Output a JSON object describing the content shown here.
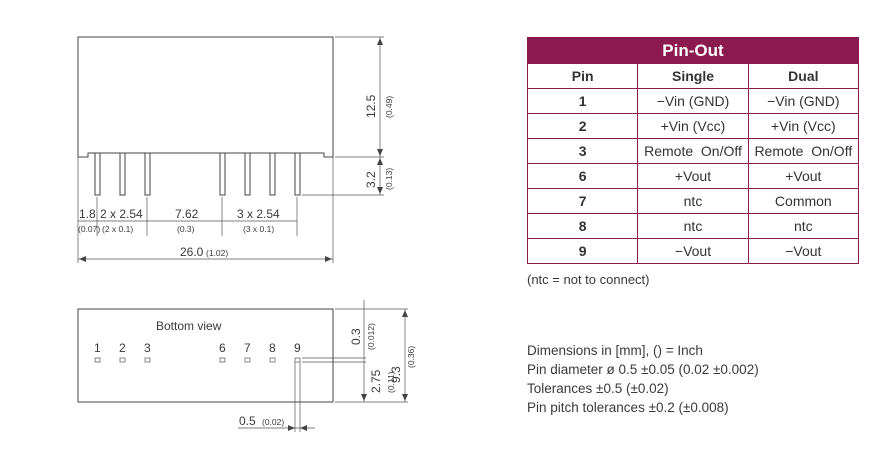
{
  "pinout": {
    "title": "Pin-Out",
    "headers": [
      "Pin",
      "Single",
      "Dual"
    ],
    "rows": [
      {
        "pin": "1",
        "single": "−Vin (GND)",
        "dual": "−Vin (GND)"
      },
      {
        "pin": "2",
        "single": "+Vin (Vcc)",
        "dual": "+Vin (Vcc)"
      },
      {
        "pin": "3",
        "single": "Remote  On/Off",
        "dual": "Remote  On/Off"
      },
      {
        "pin": "6",
        "single": "+Vout",
        "dual": "+Vout"
      },
      {
        "pin": "7",
        "single": "ntc",
        "dual": "Common"
      },
      {
        "pin": "8",
        "single": "ntc",
        "dual": "ntc"
      },
      {
        "pin": "9",
        "single": "−Vout",
        "dual": "−Vout"
      }
    ],
    "footnote": "(ntc = not to connect)",
    "header_color": "#8b1a4e"
  },
  "notes": [
    "Dimensions in [mm], () = Inch",
    "Pin diameter ø 0.5 ±0.05  (0.02 ±0.002)",
    "Tolerances  ±0.5 (±0.02)",
    "Pin pitch tolerances ±0.2 (±0.008)"
  ],
  "side_view": {
    "height_mm": "12.5",
    "height_in": "(0.49)",
    "pin_len_mm": "3.2",
    "pin_len_in": "(0.13)",
    "dim_edge_mm": "1.8",
    "dim_edge_in": "(0.07)",
    "dim_pitch_left_mm": "2 x 2.54",
    "dim_pitch_left_in": "(2 x 0.1)",
    "dim_gap_mm": "7.62",
    "dim_gap_in": "(0.3)",
    "dim_pitch_right_mm": "3 x 2.54",
    "dim_pitch_right_in": "(3 x 0.1)",
    "length_mm": "26.0",
    "length_in": "(1.02)"
  },
  "bottom_view": {
    "label": "Bottom view",
    "pins": [
      "1",
      "2",
      "3",
      "6",
      "7",
      "8",
      "9"
    ],
    "dim_top_mm": "0.3",
    "dim_top_in": "(0.012)",
    "dim_height_mm": "9.3",
    "dim_height_in": "(0.36)",
    "dim_pin_mm": "2.75",
    "dim_pin_in": "(0.11)",
    "dim_side_mm": "0.5",
    "dim_side_in": "(0.02)"
  }
}
